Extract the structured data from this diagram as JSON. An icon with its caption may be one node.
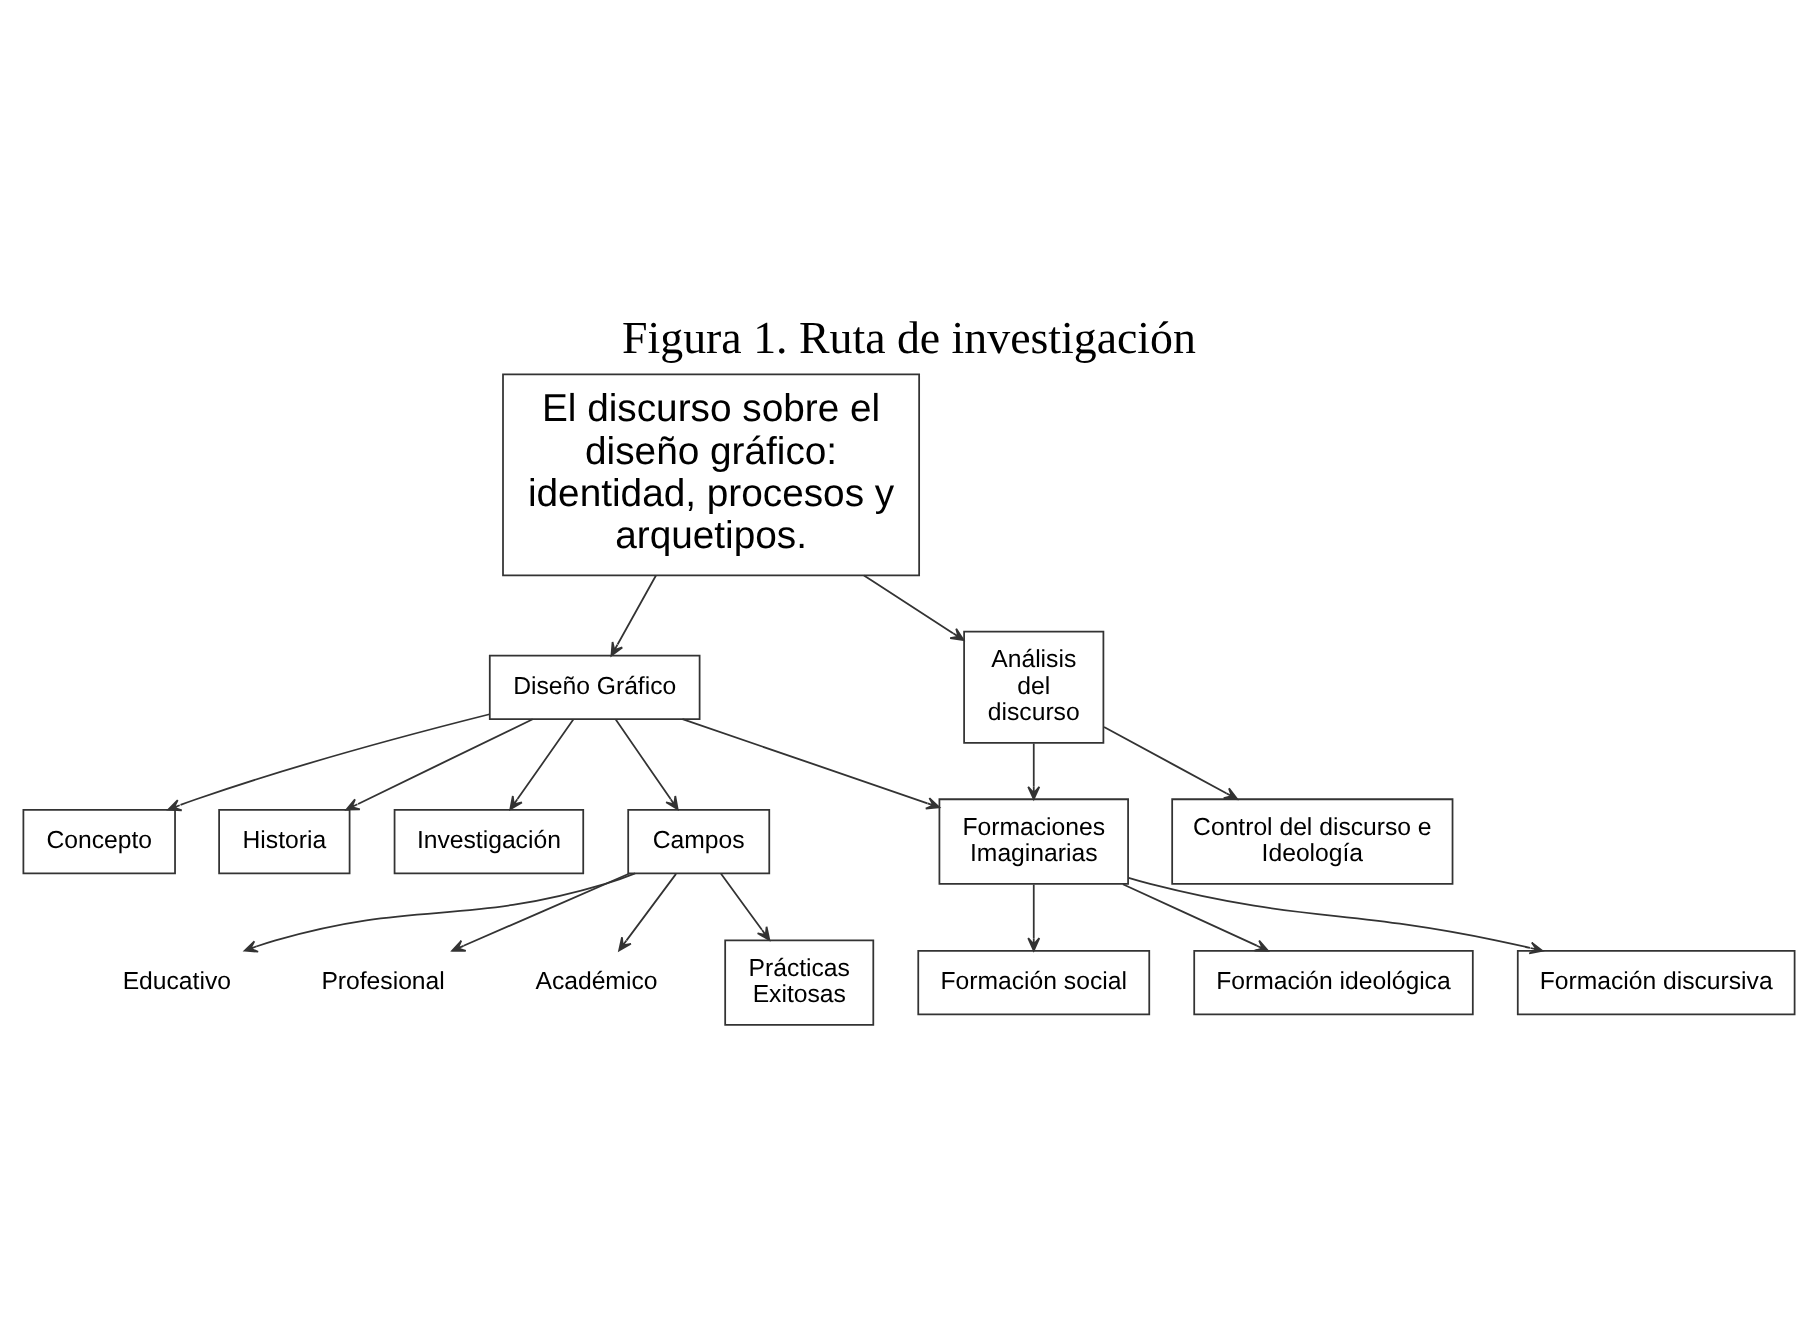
{
  "diagram": {
    "title": "Figura 1. Ruta de investigación",
    "nodes": [
      {
        "text": [
          "Concepto"
        ]
      },
      {
        "text": [
          "Historia"
        ]
      },
      {
        "text": [
          "Investigación"
        ]
      },
      {
        "text": [
          "Campos"
        ]
      },
      {
        "text": [
          "Educativo"
        ]
      },
      {
        "text": [
          "Profesional"
        ]
      },
      {
        "text": [
          "Académico"
        ]
      },
      {
        "text": [
          "Prácticas Exitosas"
        ]
      },
      {
        "text": [
          "Diseño Gráfico"
        ]
      },
      {
        "text": [
          "El discurso sobre el diseño gráfico: identidad, procesos y arquetipos."
        ]
      },
      {
        "text": [
          "Formaciones Imaginarias"
        ]
      },
      {
        "text": [
          "Análisis del discurso"
        ]
      },
      {
        "text": [
          "Control del discurso e Ideología"
        ]
      },
      {
        "text": [
          "Formación social"
        ]
      },
      {
        "text": [
          "Formación ideológica"
        ]
      },
      {
        "text": [
          "Formación discursiva"
        ]
      }
    ],
    "edges": [
      {
        "from": 8,
        "to": 0,
        "arrow": "to"
      },
      {
        "from": 8,
        "to": 1,
        "arrow": "to"
      },
      {
        "from": 8,
        "to": 2,
        "arrow": "to"
      },
      {
        "from": 8,
        "to": 3,
        "arrow": "to"
      },
      {
        "from": 3,
        "to": 4,
        "arrow": "to"
      },
      {
        "from": 3,
        "to": 5,
        "arrow": "to"
      },
      {
        "from": 3,
        "to": 6,
        "arrow": "to"
      },
      {
        "from": 3,
        "to": 7,
        "arrow": "to"
      },
      {
        "from": 9,
        "to": 8,
        "arrow": "to"
      },
      {
        "from": 8,
        "to": 10,
        "arrow": "to"
      },
      {
        "from": 9,
        "to": 11,
        "arrow": "to"
      },
      {
        "from": 11,
        "to": 10,
        "arrow": "to"
      },
      {
        "from": 11,
        "to": 12,
        "arrow": "to"
      },
      {
        "from": 10,
        "to": 13,
        "arrow": "to"
      },
      {
        "from": 10,
        "to": 14,
        "arrow": "to"
      },
      {
        "from": 10,
        "to": 15,
        "arrow": "to"
      }
    ]
  }
}
